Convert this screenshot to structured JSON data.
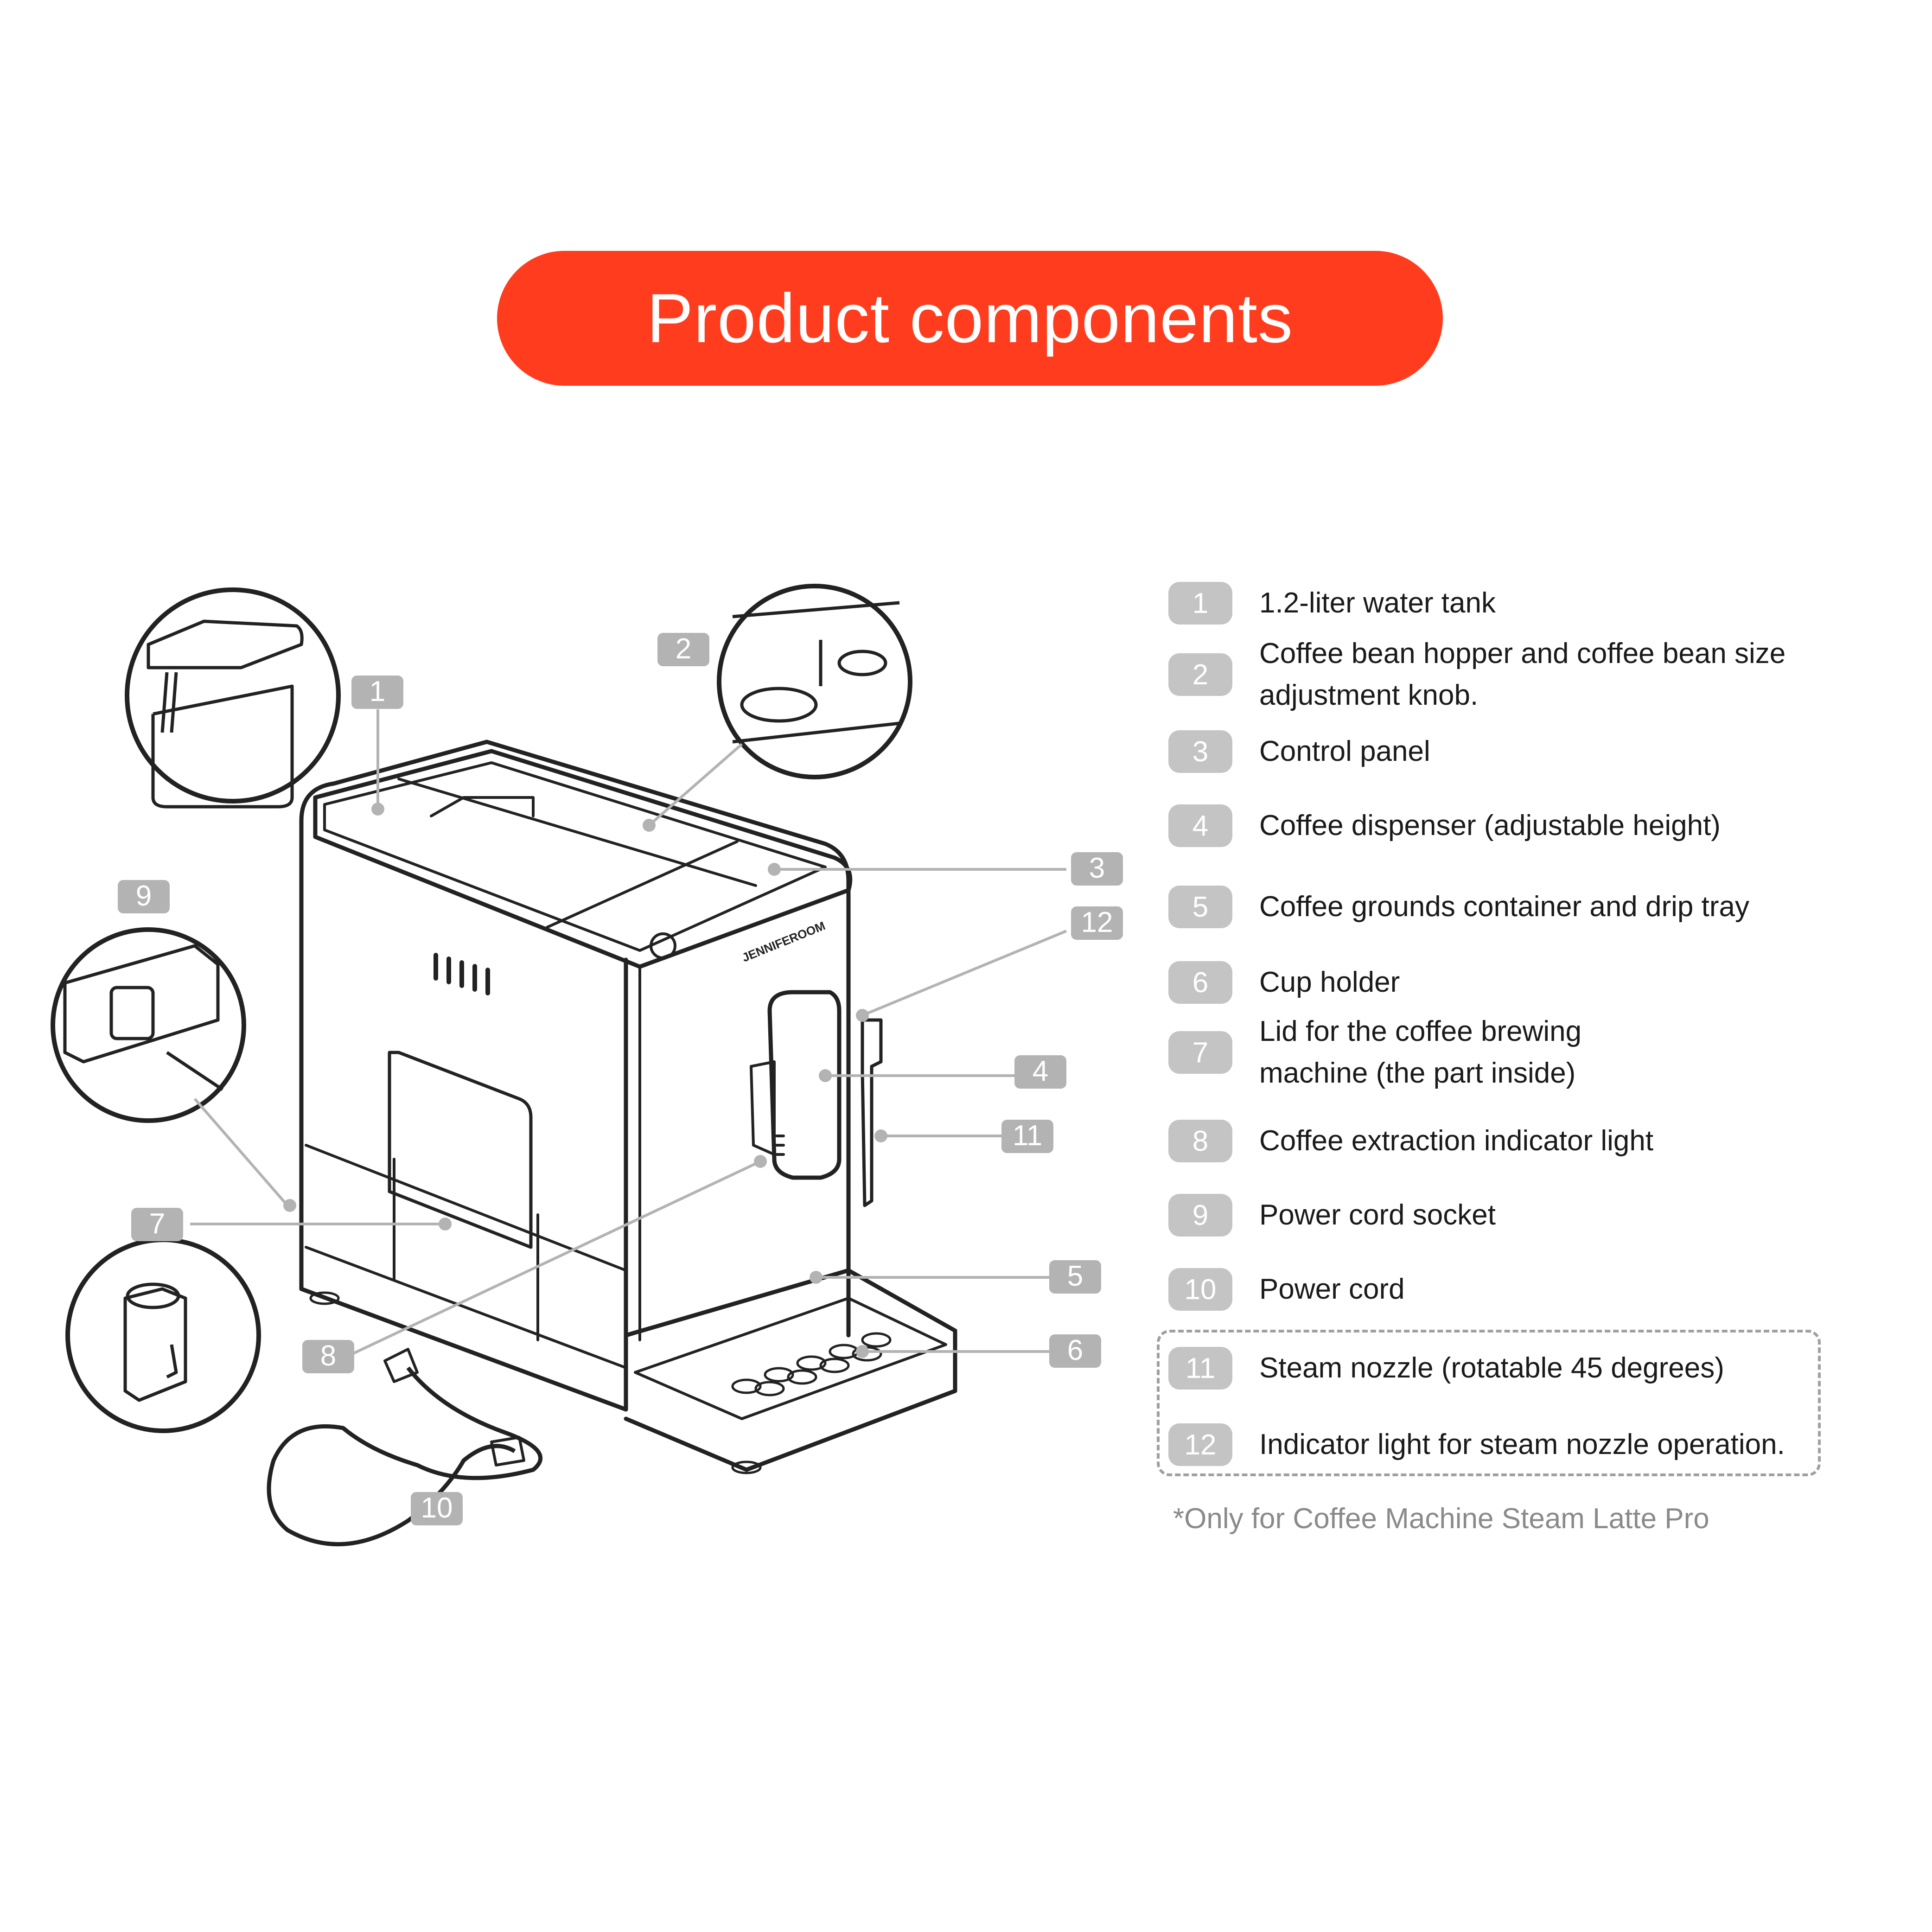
{
  "title": "Product components",
  "callout_labels": [
    "1",
    "2",
    "3",
    "4",
    "5",
    "6",
    "7",
    "8",
    "9",
    "10",
    "11",
    "12"
  ],
  "brand_mark": "JENNIFEROOM",
  "legend": [
    {
      "num": "1",
      "text": "1.2-liter water tank"
    },
    {
      "num": "2",
      "text": "Coffee bean hopper and coffee bean size adjustment knob."
    },
    {
      "num": "3",
      "text": "Control panel"
    },
    {
      "num": "4",
      "text": "Coffee dispenser (adjustable height)"
    },
    {
      "num": "5",
      "text": "Coffee grounds container and drip tray"
    },
    {
      "num": "6",
      "text": "Cup holder"
    },
    {
      "num": "7",
      "text": "Lid for the coffee brewing machine (the part inside)"
    },
    {
      "num": "8",
      "text": "Coffee extraction indicator light"
    },
    {
      "num": "9",
      "text": "Power cord socket"
    },
    {
      "num": "10",
      "text": "Power cord"
    },
    {
      "num": "11",
      "text": "Steam nozzle (rotatable 45 degrees)"
    },
    {
      "num": "12",
      "text": "Indicator light for steam nozzle operation."
    }
  ],
  "footnote": "*Only for Coffee Machine Steam Latte Pro",
  "colors": {
    "accent": "#ff3d1e",
    "badge": "#c4c4c4",
    "label": "#b3b3b3",
    "line": "#222222"
  }
}
